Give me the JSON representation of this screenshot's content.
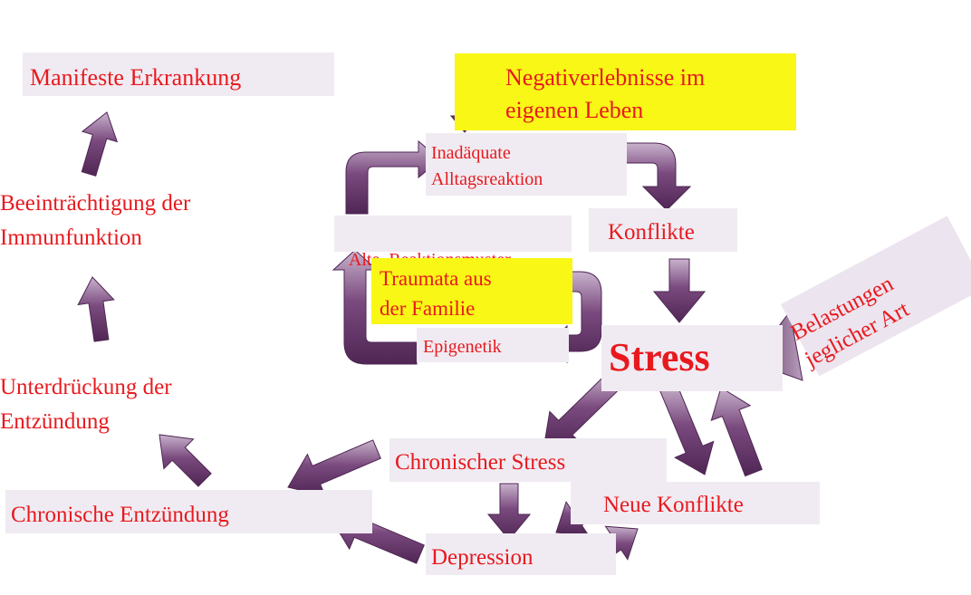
{
  "colors": {
    "text": "#e8191e",
    "box_background": "#f0ebf2",
    "highlight": "#f8f715",
    "arrow_dark": "#5a2d5e",
    "arrow_light": "#c9b3cd"
  },
  "nodes": {
    "manifeste_erkrankung": "Manifeste Erkrankung",
    "beeintraechtigung": [
      "Beeinträchtigung der",
      "Immunfunktion"
    ],
    "unterdrueckung": [
      "Unterdrückung der",
      "Entzündung"
    ],
    "chronische_entzuendung": "Chronische Entzündung",
    "negativerlebnisse": [
      "Negativerlebnisse im",
      "eigenen Leben"
    ],
    "inadaequate": [
      "Inadäquate",
      "Alltagsreaktion"
    ],
    "alte_reaktionsmuster": "Alte  Reaktionsmuster",
    "konflikte": "Konflikte",
    "traumata": [
      "Traumata aus",
      "der Familie"
    ],
    "epigenetik": "Epigenetik",
    "stress": "Stress",
    "belastungen": [
      "Belastungen",
      "jeglicher Art"
    ],
    "chronischer_stress": "Chronischer Stress",
    "neue_konflikte": "Neue Konflikte",
    "depression": "Depression"
  },
  "icons": {
    "straight_arrow": "arrow-icon",
    "curved_arrow": "curved-arrow-icon"
  }
}
